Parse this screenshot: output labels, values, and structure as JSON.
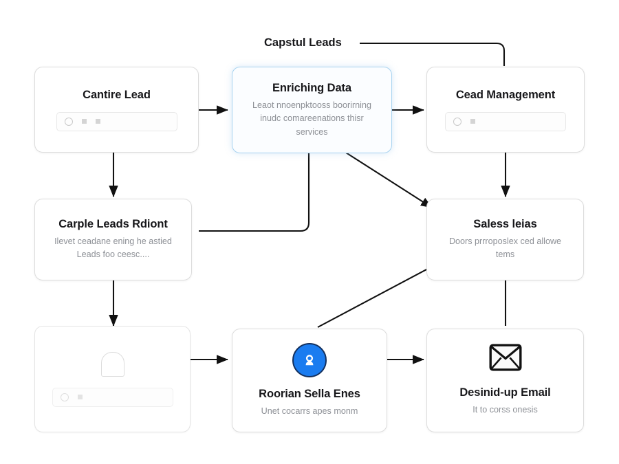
{
  "diagram": {
    "flow_label": "Capstul Leads",
    "accent_color": "#1a7cf0",
    "highlight_border_color": "#a8d3f0",
    "line_color": "#111111",
    "nodes": [
      {
        "id": "cantire-lead",
        "title": "Cantire Lead",
        "subtitle": "",
        "icon": "placeholder-bar",
        "state": "normal"
      },
      {
        "id": "enriching-data",
        "title": "Enriching Data",
        "subtitle": "Leaot nnoenpktooss boorirning inudc comareenations thisr services",
        "icon": "none",
        "state": "highlight"
      },
      {
        "id": "cead-management",
        "title": "Cead Management",
        "subtitle": "",
        "icon": "placeholder-bar",
        "state": "normal"
      },
      {
        "id": "carple-leads-rdiont",
        "title": "Carple Leads Rdiont",
        "subtitle": "Ilevet ceadane ening he astied Leads foo ceesc....",
        "icon": "none",
        "state": "normal"
      },
      {
        "id": "saless-leias",
        "title": "Saless leias",
        "subtitle": "Doors prrroposlex ced allowe tems",
        "icon": "none",
        "state": "normal"
      },
      {
        "id": "blank-card",
        "title": "",
        "subtitle": "",
        "icon": "arch-outline",
        "state": "faded"
      },
      {
        "id": "roorian-sella-enes",
        "title": "Roorian Sella Enes",
        "subtitle": "Unet cocarrs apes monm",
        "icon": "person-badge",
        "state": "normal"
      },
      {
        "id": "desinid-up-email",
        "title": "Desinid-up Email",
        "subtitle": "It to corss onesis",
        "icon": "envelope",
        "state": "normal"
      }
    ]
  }
}
